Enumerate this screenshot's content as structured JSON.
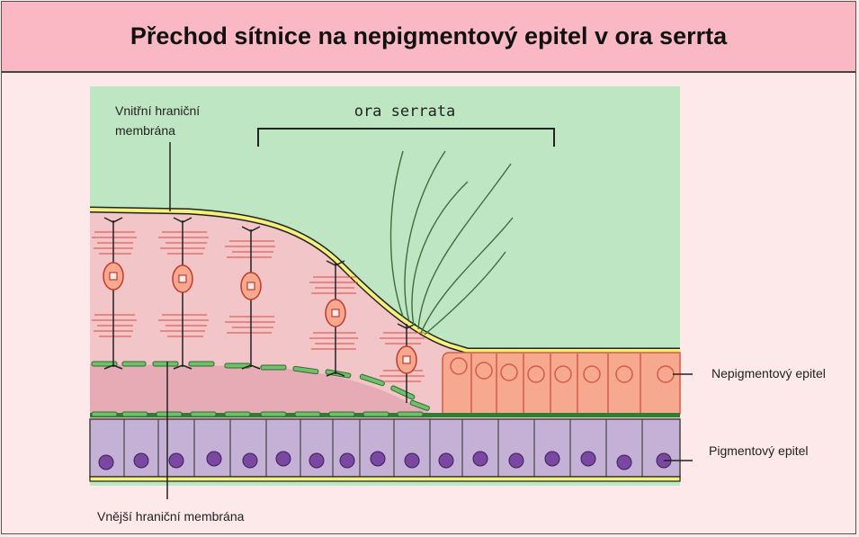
{
  "title": "Přechod sítnice na nepigmentový epitel v ora serrta",
  "labels": {
    "inner_membrane": "Vnitřní hraniční membrána",
    "outer_membrane": "Vnější hraniční membrána",
    "ora_serrata": "ora serrata",
    "nonpigmented_epithelium": "Nepigmentový epitel",
    "pigmented_epithelium": "Pigmentový epitel"
  },
  "colors": {
    "vitreous": "#bfe6c2",
    "retina": "#f2c5c8",
    "retina_deep": "#e6abb4",
    "inner_membrane": "#f5f07a",
    "nonpigmented_cells": "#f7a98f",
    "pigmented_cells": "#c5b1d6",
    "nucleus": "#7a47a3",
    "fibers": "#e2483b",
    "zonule": "#3a6e3a"
  }
}
